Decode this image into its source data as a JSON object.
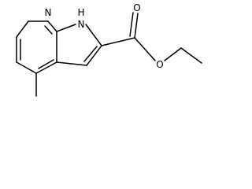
{
  "atoms": {
    "pyridine_nitrogen": "N",
    "pyrrole_nitrogen": "N",
    "pyrrole_hydrogen": "H",
    "carbonyl_oxygen": "O",
    "ester_oxygen": "O"
  }
}
